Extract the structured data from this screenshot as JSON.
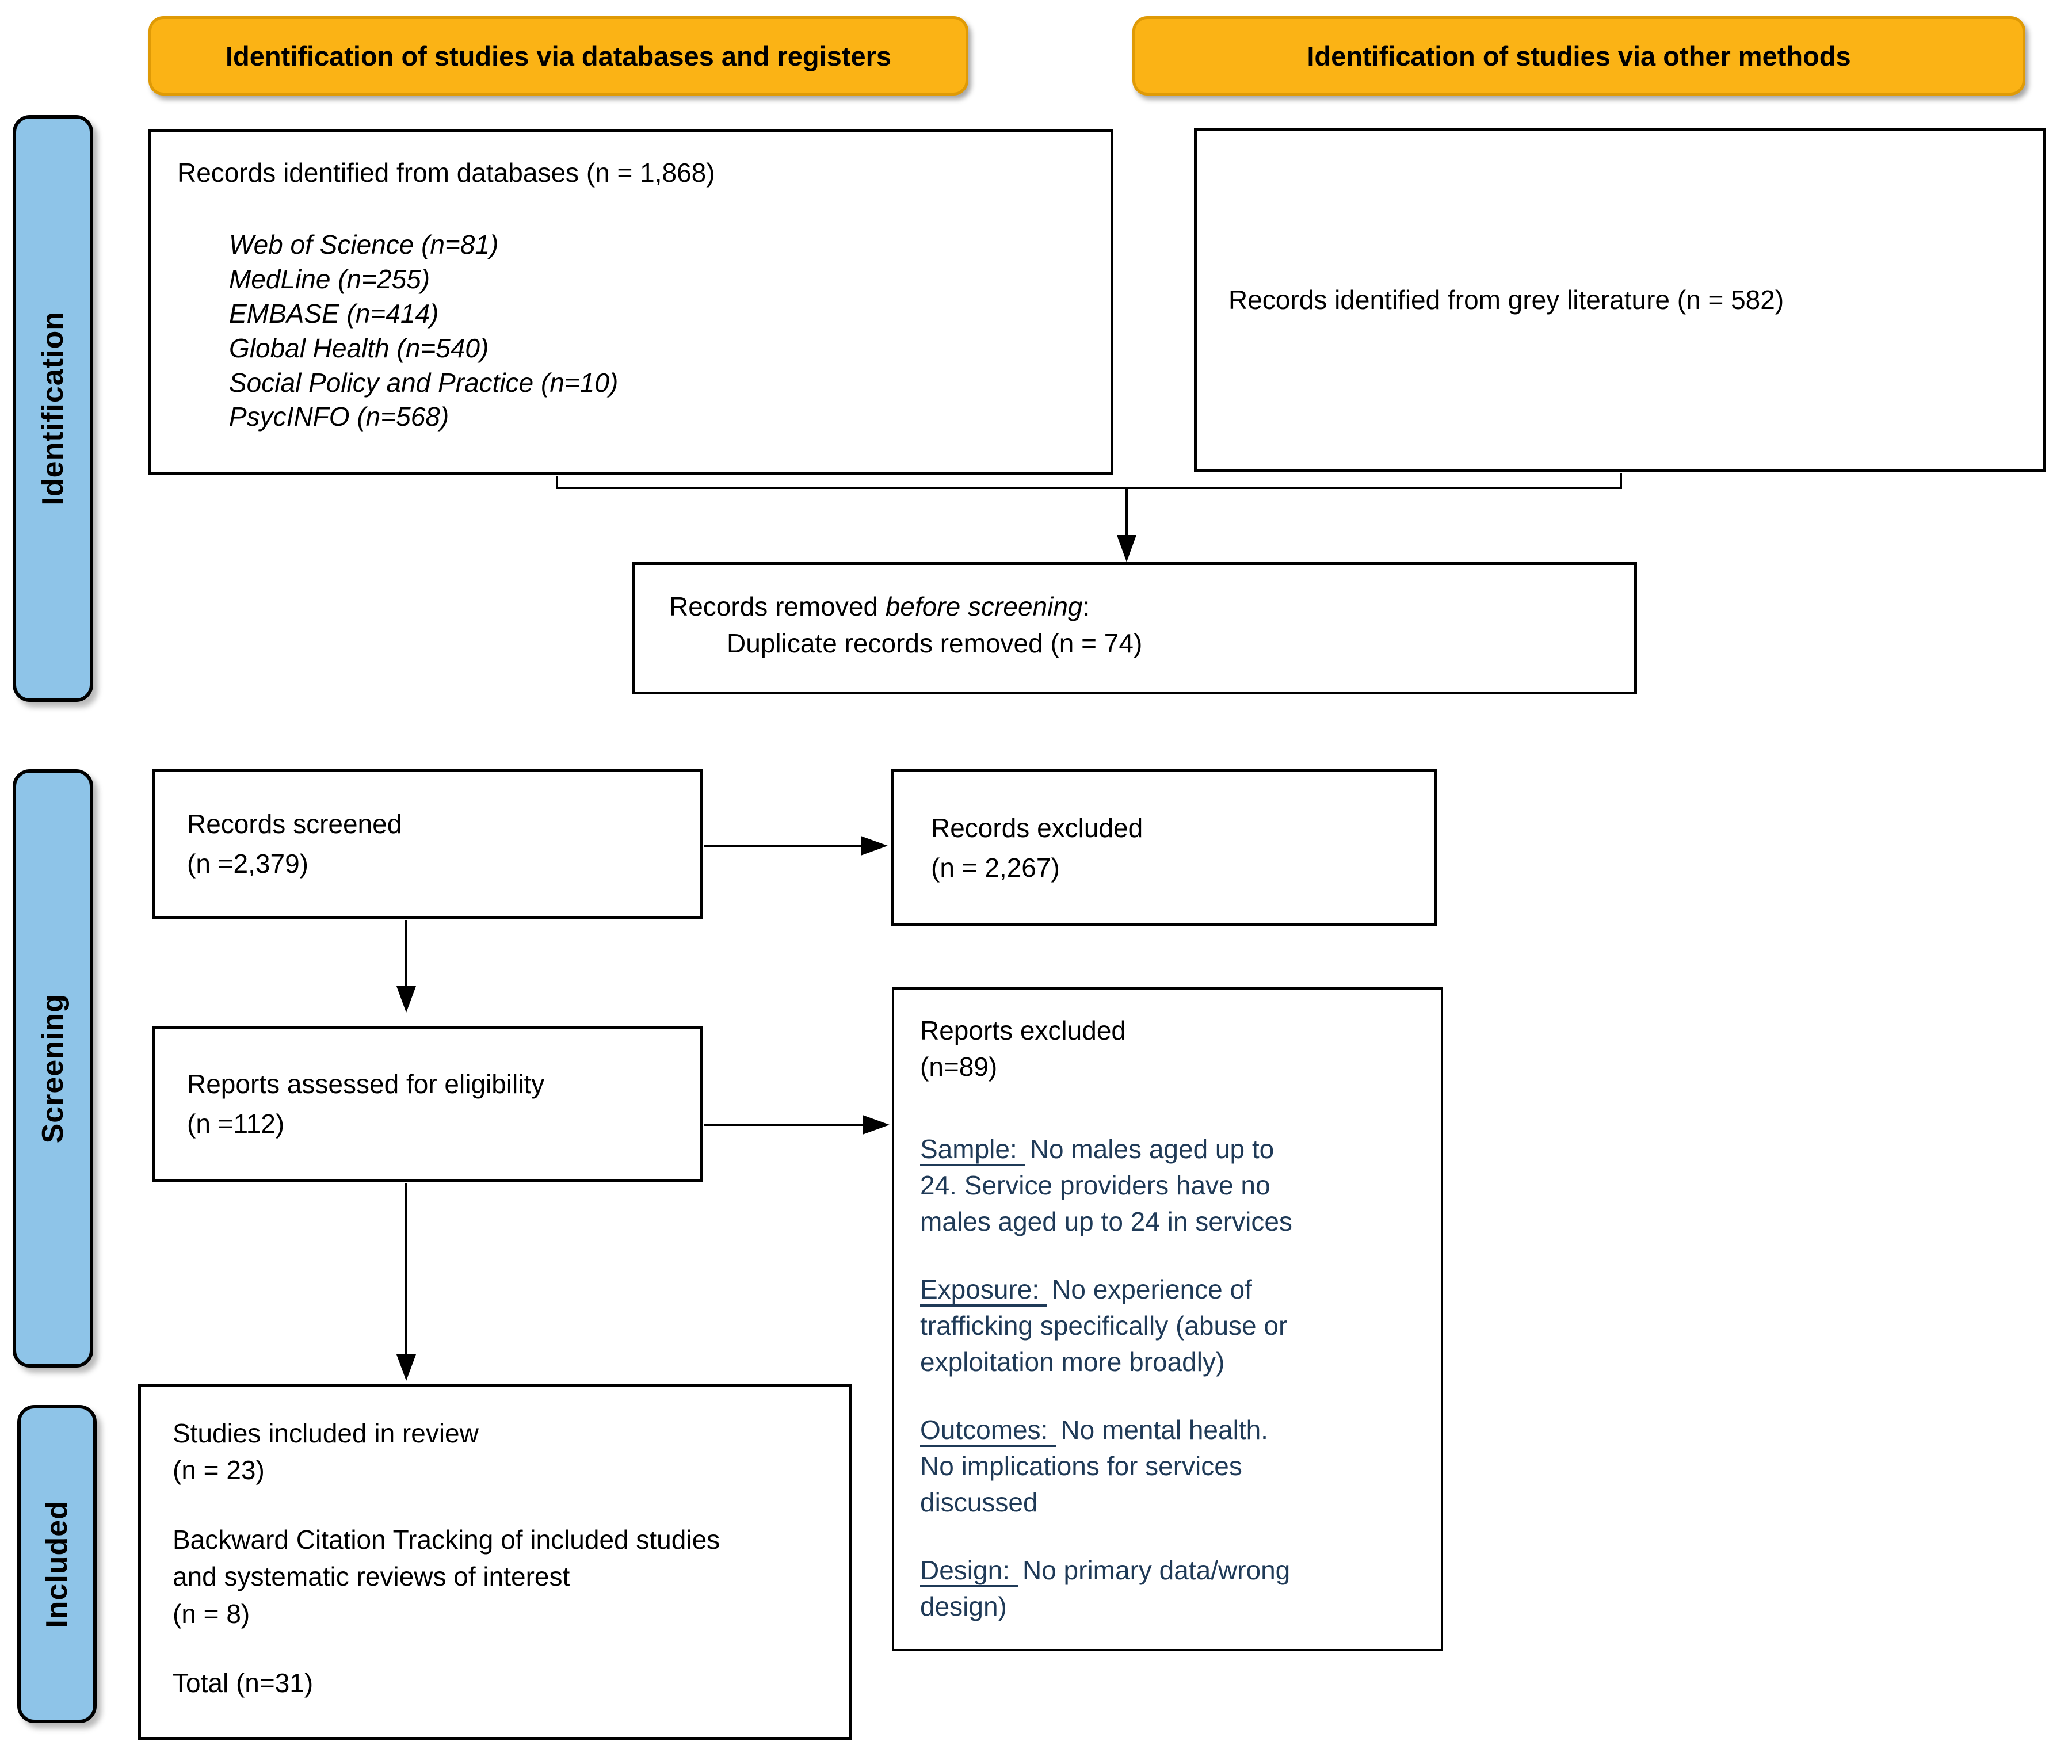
{
  "headers": {
    "left": "Identification of studies via databases and registers",
    "right": "Identification of studies via other methods"
  },
  "stages": {
    "identification": "Identification",
    "screening": "Screening",
    "included": "Included"
  },
  "colors": {
    "header_bg": "#FBB315",
    "header_border": "#DF9A06",
    "stage_bg": "#8EC4E8",
    "reason_text": "#1F3A57"
  },
  "boxes": {
    "databases": {
      "title": "Records identified from databases (n = 1,868)",
      "sources": [
        "Web of Science (n=81)",
        "MedLine (n=255)",
        "EMBASE (n=414)",
        "Global Health (n=540)",
        "Social Policy and Practice (n=10)",
        "PsycINFO (n=568)"
      ]
    },
    "grey": {
      "text": "Records identified from grey literature (n = 582)"
    },
    "removed": {
      "line1_normal": "Records removed ",
      "line1_italic": "before screening",
      "line1_colon": ":",
      "line2": "Duplicate records removed (n = 74)"
    },
    "screened": {
      "line1": "Records screened",
      "line2": "(n =2,379)"
    },
    "excluded": {
      "line1": "Records excluded",
      "line2": "(n = 2,267)"
    },
    "assessed": {
      "line1": "Reports assessed for eligibility",
      "line2": "(n =112)"
    },
    "reports_excluded": {
      "title_line1": "Reports excluded",
      "title_line2": "(n=89)",
      "reasons": [
        {
          "label": "Sample:",
          "text": "No males aged up to 24. Service providers have no males aged up to 24 in services"
        },
        {
          "label": "Exposure:",
          "text": "No experience of trafficking specifically (abuse or exploitation more broadly)"
        },
        {
          "label": "Outcomes:",
          "text": "No mental health. No implications for services discussed"
        },
        {
          "label": "Design:",
          "text": "No primary data/wrong design)"
        }
      ]
    },
    "included": {
      "line1": "Studies included in review",
      "line2": "(n = 23)",
      "line3": "Backward Citation Tracking of included studies and systematic reviews of interest",
      "line4": "(n = 8)",
      "line5": "Total (n=31)"
    }
  }
}
